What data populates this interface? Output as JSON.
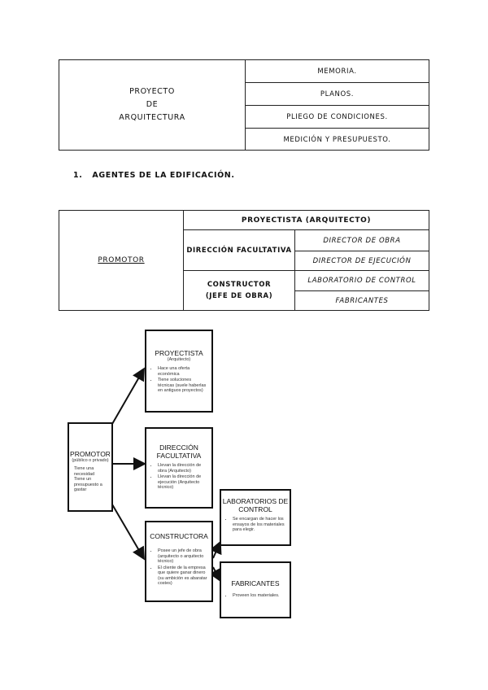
{
  "table_proyecto": {
    "left_lines": [
      "PROYECTO",
      "DE",
      "ARQUITECTURA"
    ],
    "items": [
      "MEMORIA.",
      "PLANOS.",
      "PLIEGO DE CONDICIONES.",
      "MEDICIÓN Y PRESUPUESTO."
    ]
  },
  "section": {
    "number": "1.",
    "title": "AGENTES DE LA EDIFICACIÓN."
  },
  "table_agentes": {
    "promotor": "PROMOTOR",
    "proyectista": "PROYECTISTA (ARQUITECTO)",
    "direccion": "DIRECCIÓN FACULTATIVA",
    "constructor_lines": [
      "CONSTRUCTOR",
      "(JEFE DE OBRA)"
    ],
    "director_obra": "DIRECTOR DE OBRA",
    "director_ejecucion": "DIRECTOR DE EJECUCIÓN",
    "laboratorio": "LABORATORIO DE CONTROL",
    "fabricantes": "FABRICANTES"
  },
  "diagram": {
    "promotor": {
      "title": "PROMOTOR",
      "subtitle": "(público o privado)",
      "text": "Tiene una necesidad\nTiene un presupuesto a gastar"
    },
    "proyectista": {
      "title": "PROYECTISTA",
      "subtitle": "(Arquitecto)",
      "bullets": [
        "Hace una oferta económica",
        "Tiene soluciones técnicas (suele haberlas en antiguos proyectos)"
      ]
    },
    "direccion": {
      "title_lines": [
        "DIRECCIÓN",
        "FACULTATIVA"
      ],
      "bullets": [
        "Llevan la dirección de obra (Arquitecto)",
        "Llevan la dirección de ejecución (Arquitecto técnico)"
      ]
    },
    "constructora": {
      "title": "CONSTRUCTORA",
      "bullets": [
        "Posee un jefe de obra (arquitecto o arquitecto técnico)",
        "El cliente de la empresa que quiere ganar dinero (su ambición es abaratar costes)"
      ]
    },
    "laboratorios": {
      "title_lines": [
        "LABORATORIOS DE",
        "CONTROL"
      ],
      "bullets": [
        "Se encargan de hacer los ensayos de los materiales para elegir."
      ]
    },
    "fabricantes": {
      "title": "FABRICANTES",
      "bullets": [
        "Proveen los materiales."
      ]
    }
  }
}
